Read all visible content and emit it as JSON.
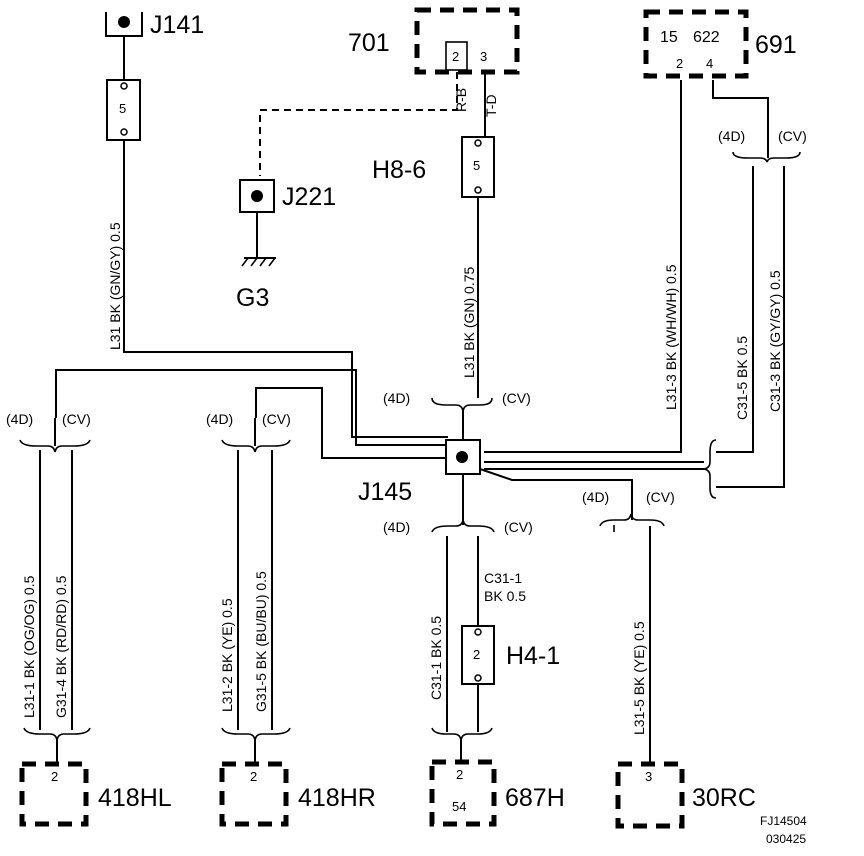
{
  "components": {
    "j141": "J141",
    "c701": "701",
    "c691": "691",
    "h86": "H8-6",
    "j221": "J221",
    "g3": "G3",
    "j145": "J145",
    "h41": "H4-1",
    "c418hl": "418HL",
    "c418hr": "418HR",
    "c687h": "687H",
    "c30rc": "30RC"
  },
  "pins": {
    "fuse5_left": "5",
    "fuse5_h86": "5",
    "c701_p2": "2",
    "c701_p3": "3",
    "c691_p15": "15",
    "c691_p622": "622",
    "c691_p2": "2",
    "c691_p4": "4",
    "h41": "2",
    "c418hl": "2",
    "c418hr": "2",
    "c687h_top": "2",
    "c687h_bottom": "54",
    "c30rc": "3"
  },
  "wires": {
    "w_l31_left": "L31 BK (GN/GY) 0.5",
    "w_rb": "R-B",
    "w_td": "T-D",
    "w_l31_gn": "L31 BK (GN) 0.75",
    "w_l313": "L31-3  BK  (WH/WH)  0.5",
    "w_c315_top": "C31-5  BK  0.5",
    "w_c313_top": "C31-3  BK  (GY/GY)  0.5",
    "w_l311": "L31-1  BK  (OG/OG)  0.5",
    "w_g314": "G31-4  BK  (RD/RD)  0.5",
    "w_l312": "L31-2  BK  (YE)  0.5",
    "w_g315": "G31-5  BK  (BU/BU)  0.5",
    "w_c311_v": "C31-1  BK  0.5",
    "w_c311_a": "C31-1",
    "w_c311_b": "BK    0.5",
    "w_l315": "L31-5  BK  (YE)  0.5"
  },
  "variants": {
    "4d": "(4D)",
    "cv": "(CV)"
  },
  "footer": {
    "fig_id": "FJ14504",
    "date": "030425"
  }
}
